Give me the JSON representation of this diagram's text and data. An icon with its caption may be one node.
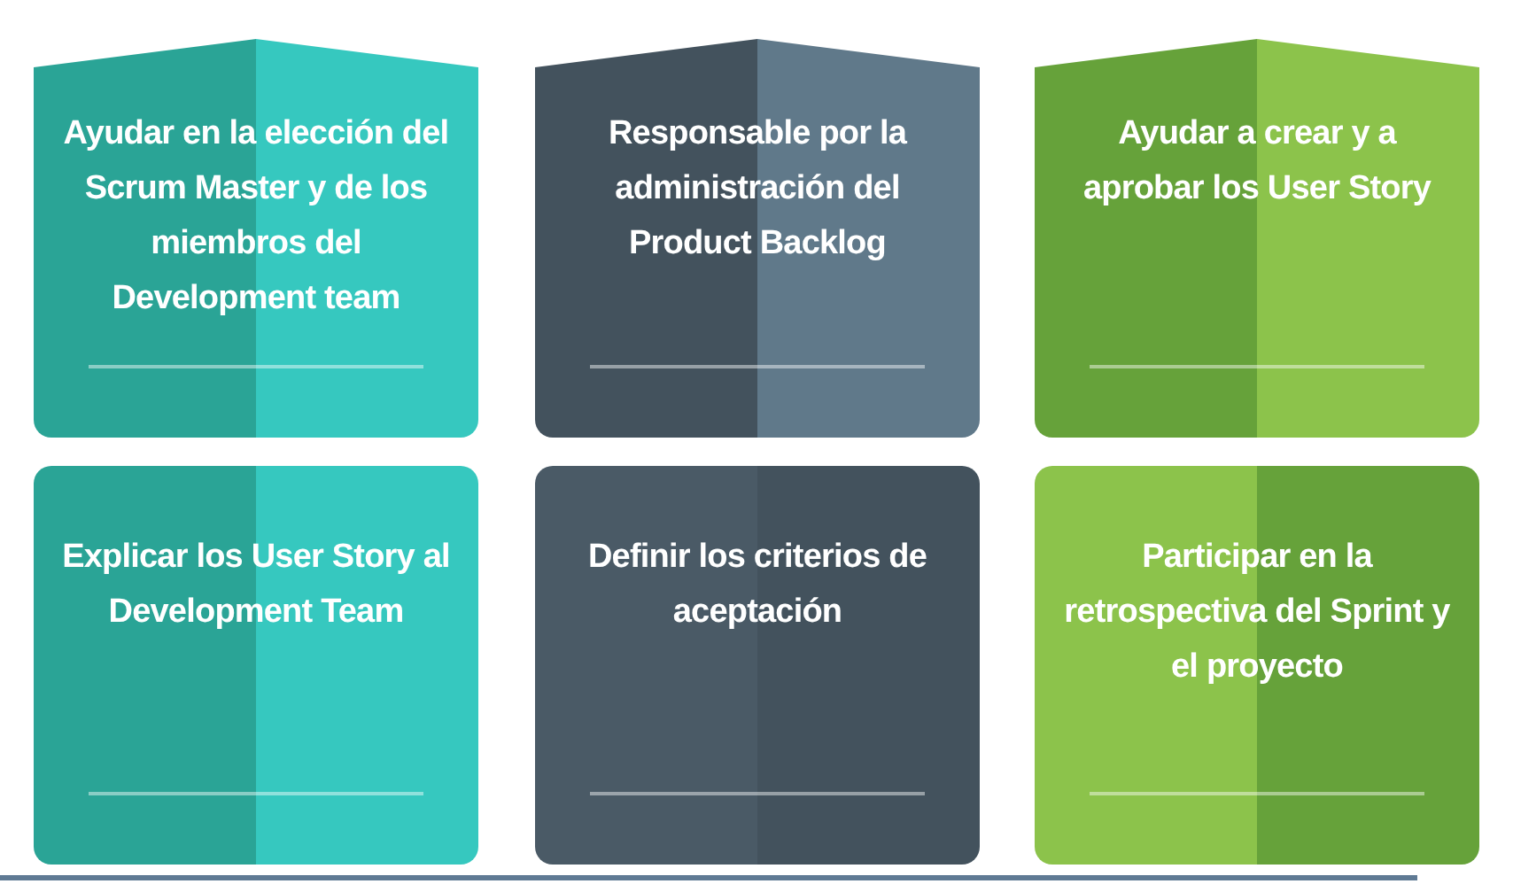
{
  "diagram": {
    "nodes": [
      {
        "text": [
          "Ayudar en la elección del Scrum Master y de los miembros del Development team"
        ]
      },
      {
        "text": [
          "Responsable por la administración del Product Backlog"
        ]
      },
      {
        "text": [
          "Ayudar a crear y a aprobar los User Story"
        ]
      },
      {
        "text": [
          "Explicar los User Story al Development Team"
        ]
      },
      {
        "text": [
          "Definir los criterios de aceptación"
        ]
      },
      {
        "text": [
          "Participar en la retrospectiva del Sprint y el proyecto"
        ]
      }
    ]
  }
}
